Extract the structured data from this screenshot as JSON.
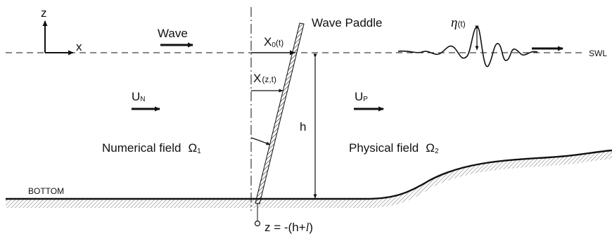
{
  "labels": {
    "axis_z": "z",
    "axis_x": "x",
    "wave": "Wave",
    "wave_paddle": "Wave Paddle",
    "x0_main": "X",
    "x0_sub": "0",
    "x0_arg": "(t)",
    "eta_main": "η",
    "eta_arg": "(t)",
    "swl": "SWL",
    "xzt_main": "X",
    "xzt_arg": "(z,t)",
    "un_main": "U",
    "un_sub": "N",
    "up_main": "U",
    "up_sub": "P",
    "h": "h",
    "numerical_field": "Numerical field",
    "omega1_main": "Ω",
    "omega1_sub": "1",
    "physical_field": "Physical field",
    "omega2_main": "Ω",
    "omega2_sub": "2",
    "bottom": "BOTTOM",
    "z_eq_prefix": "z = -(h+",
    "z_eq_l": "l",
    "z_eq_suffix": ")"
  },
  "colors": {
    "ink": "#111111",
    "background": "#ffffff"
  }
}
